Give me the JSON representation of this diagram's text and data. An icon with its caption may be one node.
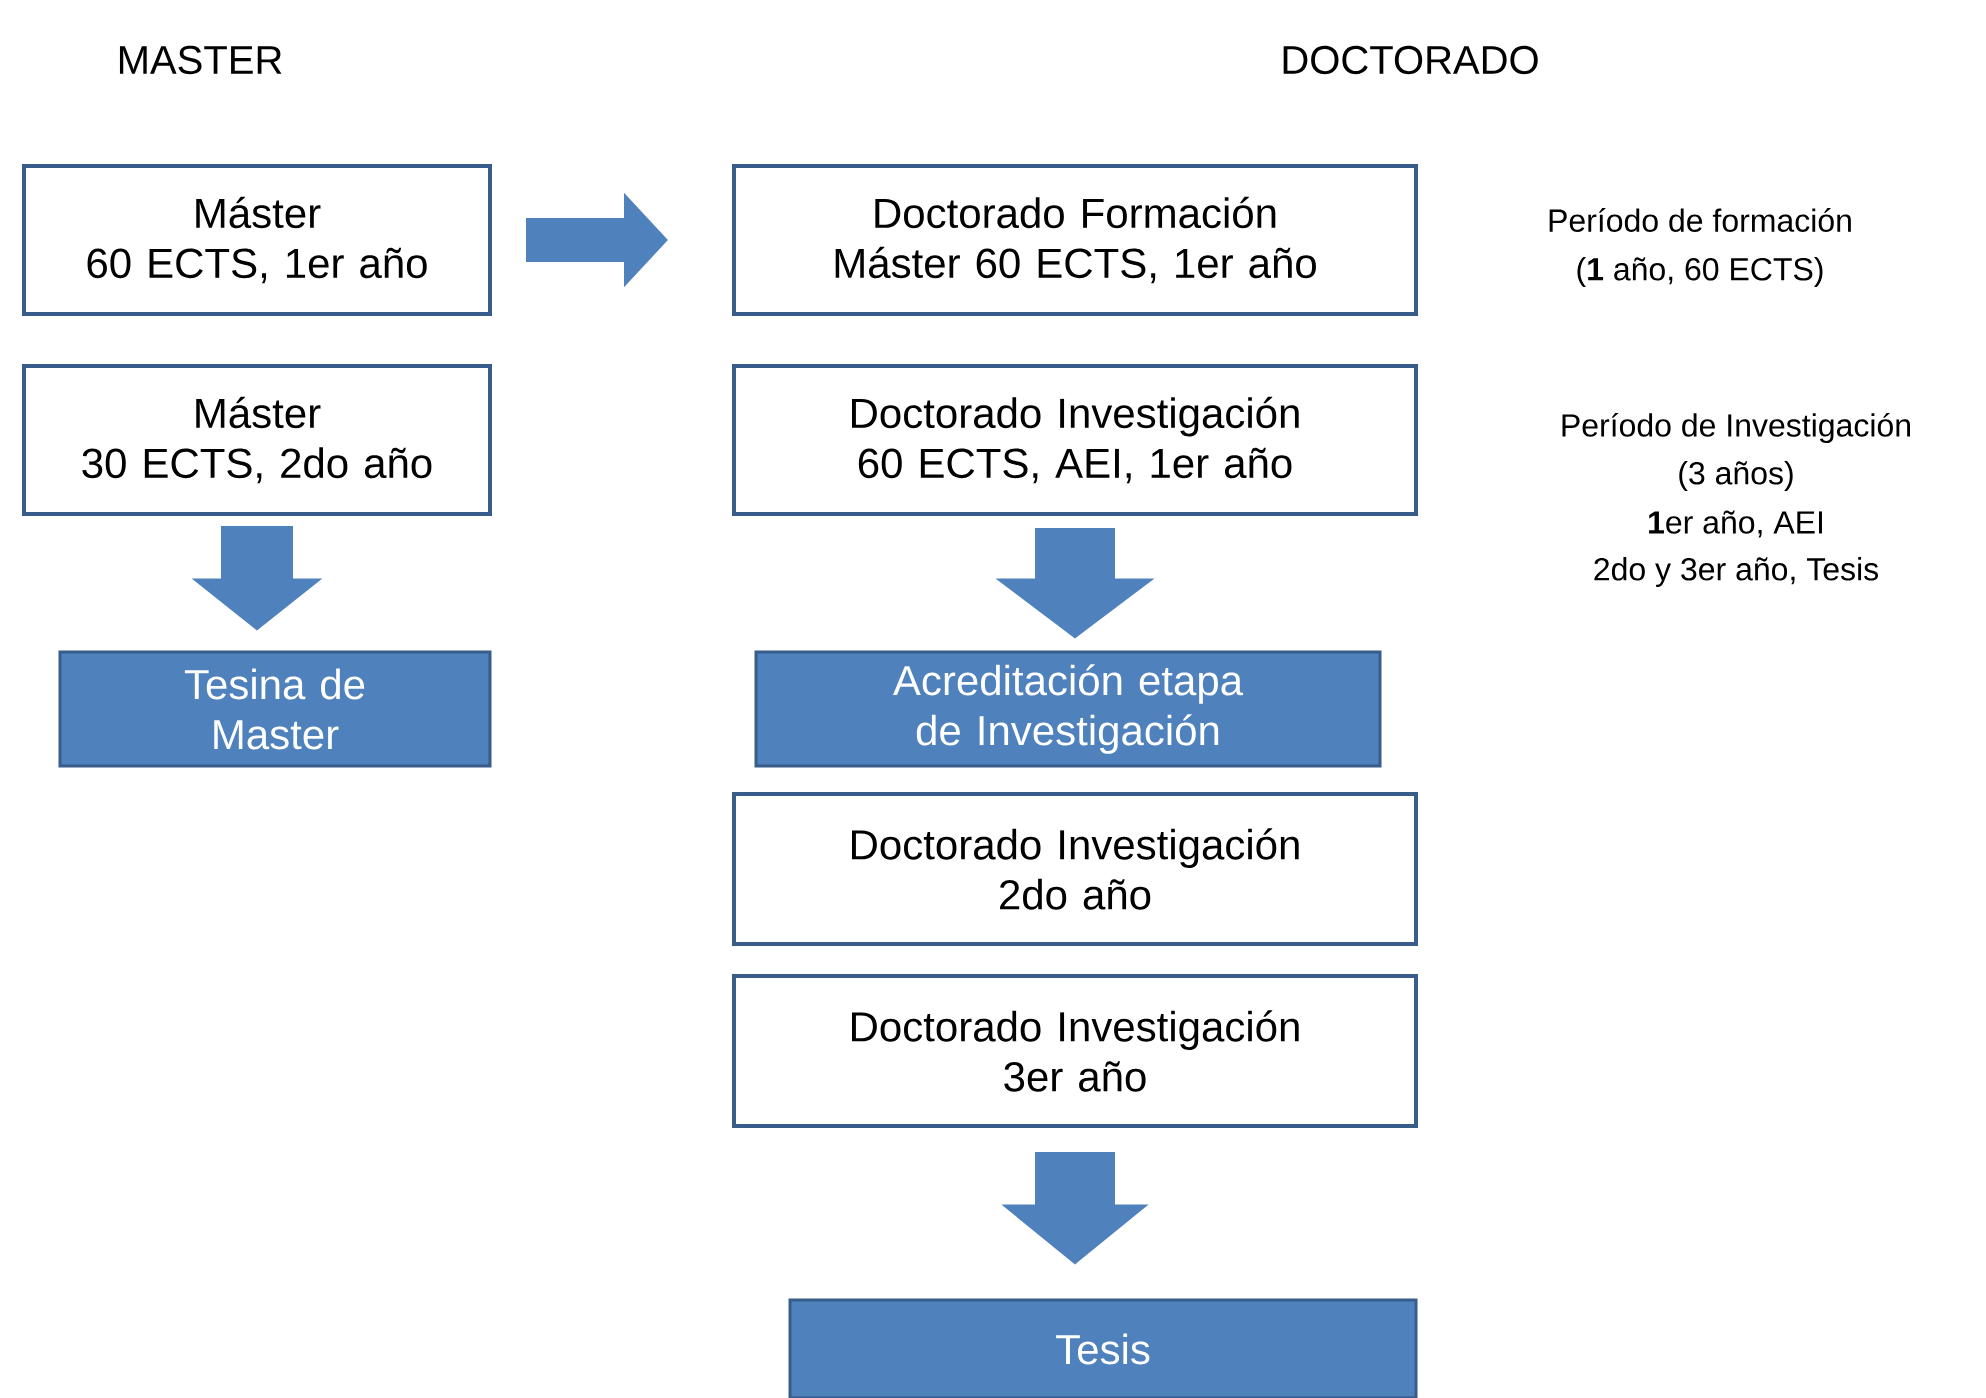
{
  "diagram": {
    "nodes": [
      {
        "text": [
          "Máster",
          "60 ECTS, 1er año"
        ]
      },
      {
        "text": [
          "Doctorado Formación",
          "Máster 60 ECTS, 1er año"
        ],
        "beside": [
          "Período de formación",
          "(**1** año, 60 ECTS)"
        ]
      },
      {
        "text": [
          "Máster",
          "30 ECTS, 2do año"
        ]
      },
      {
        "text": [
          "Doctorado Investigación",
          "60 ECTS, AEI, 1er año"
        ],
        "beside": [
          "Período de Investigación",
          "(3 años)",
          "**1**er año, AEI",
          "2do y 3er año, Tesis"
        ]
      },
      {
        "text": [
          "Tesina de Master"
        ]
      },
      {
        "text": [
          "Acreditación etapa de Investigación"
        ]
      },
      {
        "text": [
          "Doctorado Investigación",
          "2do año"
        ]
      },
      {
        "text": [
          "Doctorado Investigación",
          "3er año"
        ]
      },
      {
        "text": [
          "Tesis"
        ]
      }
    ],
    "edges": [
      {
        "from": 0,
        "to": 1,
        "arrow": "to"
      },
      {
        "from": 2,
        "to": 4,
        "arrow": "to"
      },
      {
        "from": 3,
        "to": 5,
        "arrow": "to"
      },
      {
        "from": 7,
        "to": 8,
        "arrow": "to"
      }
    ],
    "labels": [
      "MASTER",
      "DOCTORADO"
    ]
  }
}
